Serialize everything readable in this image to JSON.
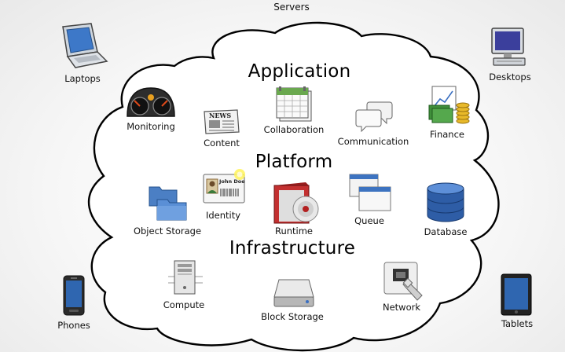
{
  "title": "Servers",
  "layers": {
    "application": "Application",
    "platform": "Platform",
    "infrastructure": "Infrastructure"
  },
  "clients": {
    "laptops": "Laptops",
    "desktops": "Desktops",
    "phones": "Phones",
    "tablets": "Tablets"
  },
  "services": {
    "monitoring": "Monitoring",
    "content": "Content",
    "collaboration": "Collaboration",
    "communication": "Communication",
    "finance": "Finance",
    "identity": "Identity",
    "object_storage": "Object Storage",
    "runtime": "Runtime",
    "queue": "Queue",
    "database": "Database",
    "compute": "Compute",
    "block_storage": "Block Storage",
    "network": "Network"
  },
  "badge_text": {
    "news": "NEWS",
    "id_name": "John Doe"
  }
}
